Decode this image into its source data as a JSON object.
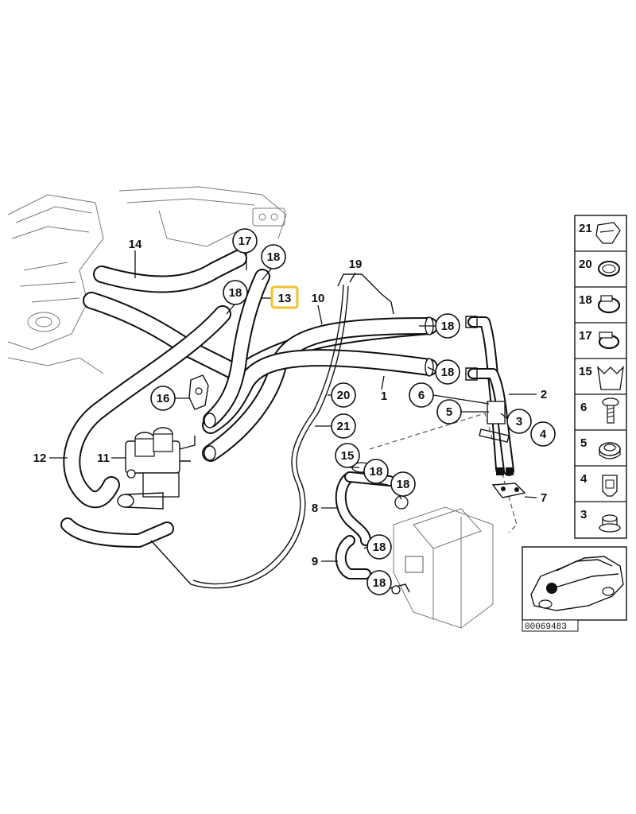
{
  "callouts": {
    "c1": "1",
    "c2": "2",
    "c3": "3",
    "c4": "4",
    "c5": "5",
    "c6": "6",
    "c7": "7",
    "c8": "8",
    "c9": "9",
    "c10": "10",
    "c11": "11",
    "c12": "12",
    "c13": "13",
    "c14": "14",
    "c15": "15",
    "c16": "16",
    "c17": "17",
    "c18": "18",
    "c19": "19",
    "c20": "20",
    "c21": "21"
  },
  "sidebar": {
    "items": [
      {
        "label": "21"
      },
      {
        "label": "20"
      },
      {
        "label": "18"
      },
      {
        "label": "17"
      },
      {
        "label": "15"
      },
      {
        "label": "6"
      },
      {
        "label": "5"
      },
      {
        "label": "4"
      },
      {
        "label": "3"
      }
    ]
  },
  "reference_number": "00069483",
  "colors": {
    "highlight": "#f2c12e",
    "line": "#111111"
  }
}
